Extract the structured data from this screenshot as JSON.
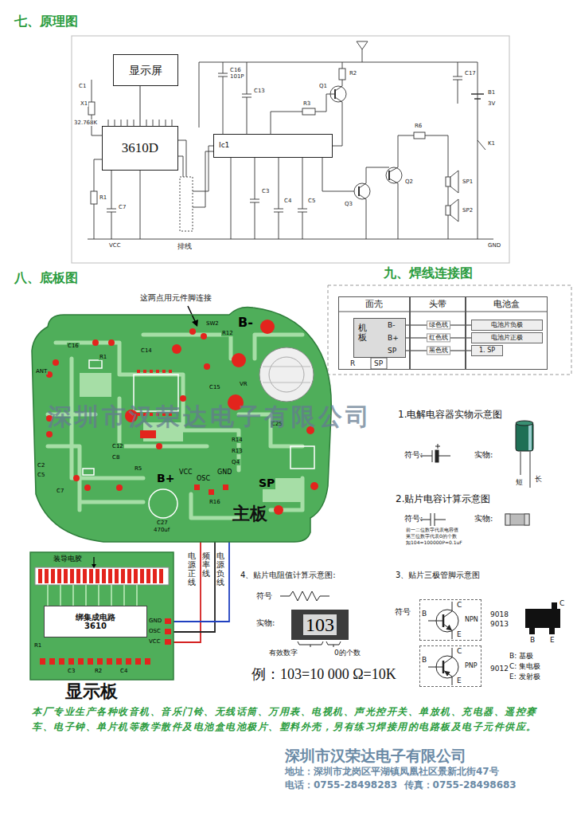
{
  "diagram": {
    "nodes": [
      {
        "text": [
          "显示屏"
        ]
      },
      {
        "text": [
          "3610D"
        ]
      },
      {
        "text": [
          "Ic1"
        ]
      },
      {
        "text": [
          "面壳"
        ]
      },
      {
        "text": [
          "机板",
          "B-",
          "B+",
          "SP"
        ],
        "in": 3
      },
      {
        "text": [
          "头带"
        ]
      },
      {
        "text": [
          "电池盒"
        ]
      },
      {
        "text": [
          "电池片负极"
        ],
        "in": 6
      },
      {
        "text": [
          "电池片正极"
        ],
        "in": 6
      },
      {
        "text": [
          "1. SP"
        ],
        "in": 6
      },
      {
        "text": [
          "主板"
        ]
      },
      {
        "text": [
          "显示板"
        ]
      },
      {
        "text": [
          "绑集成电路 3610"
        ],
        "in": 11
      },
      {
        "text": [
          "103"
        ]
      },
      {
        "text": [
          "C",
          "B",
          "E",
          "NPN"
        ]
      },
      {
        "text": [
          "C",
          "B",
          "E",
          "PNP"
        ]
      }
    ],
    "edges": [
      {
        "from": 0,
        "to": 1,
        "arrow": "none"
      },
      {
        "from": 4,
        "to": 7,
        "label": "绿色线",
        "arrow": "none"
      },
      {
        "from": 4,
        "to": 8,
        "label": "红色线",
        "arrow": "none"
      },
      {
        "from": 4,
        "to": 9,
        "label": "黑色线",
        "arrow": "none"
      },
      {
        "from": 10,
        "to": 11,
        "label": "电源正线",
        "arrow": "none"
      },
      {
        "from": 10,
        "to": 11,
        "label": "频率线",
        "arrow": "none"
      },
      {
        "from": 10,
        "to": 11,
        "label": "电源负线",
        "arrow": "none"
      }
    ],
    "labels": [
      "七、原理图",
      "C16",
      "101P",
      "X1",
      "32.768K",
      "C1",
      "R1",
      "C7",
      "R2",
      "Q1",
      "C13",
      "C3",
      "C4",
      "C5",
      "R3",
      "Q2",
      "Q3",
      "R6",
      "C17",
      "B1",
      "3V",
      "K1",
      "SP1",
      "SP2",
      "GND",
      "VCC",
      "排线",
      "八、底板图",
      "这两点用元件脚连接",
      "B-",
      "SW2",
      "R12",
      "C16",
      "ANT",
      "R1",
      "C14",
      "C15",
      "VR",
      "R14",
      "R13",
      "C25",
      "Q4",
      "C12",
      "C8",
      "R5",
      "B+",
      "VCC",
      "OSC",
      "GND",
      "SP",
      "R16",
      "C27",
      "470uf",
      "C2",
      "C5",
      "C7",
      "装导电胶",
      "GND",
      "OSC",
      "VCC",
      "R1",
      "R2",
      "C3",
      "C4",
      "九、焊线连接图",
      "R",
      "SP",
      "1.电解电容器实物示意图",
      "符号:",
      "实物:",
      "短",
      "长",
      "2.贴片电容计算示意图",
      "符号:",
      "实物:",
      "前一二位数字代表电容值",
      "第三位数字代表0的个数",
      "如104=100000P=0.1uF",
      "4、贴片电阻值计算示意图:",
      "3、贴片三极管脚示意图",
      "符号",
      "实物:",
      "有效数字",
      "0的个数",
      "例：103=10 000 Ω=10K",
      "符号",
      "9018",
      "9013",
      "9012",
      "C",
      "B",
      "E",
      "B: 基极",
      "C: 集电极",
      "E: 发射极",
      "本厂专业生产各种收音机、音乐门铃、无线话筒、万用表、电视机、声光控开关、单放机、充电器、遥控赛车、电子钟、单片机等教学散件及电池盒电池极片、塑料外壳，另有练习焊接用的电路板及电子元件供应。",
      "深圳市汉荣达电子有限公司",
      "地址：深圳市龙岗区平湖镇凤凰社区景新北街47号",
      "电话：0755-28498283  传真：0755-28498683",
      "深圳市汉荣达电子有限公司"
    ]
  }
}
